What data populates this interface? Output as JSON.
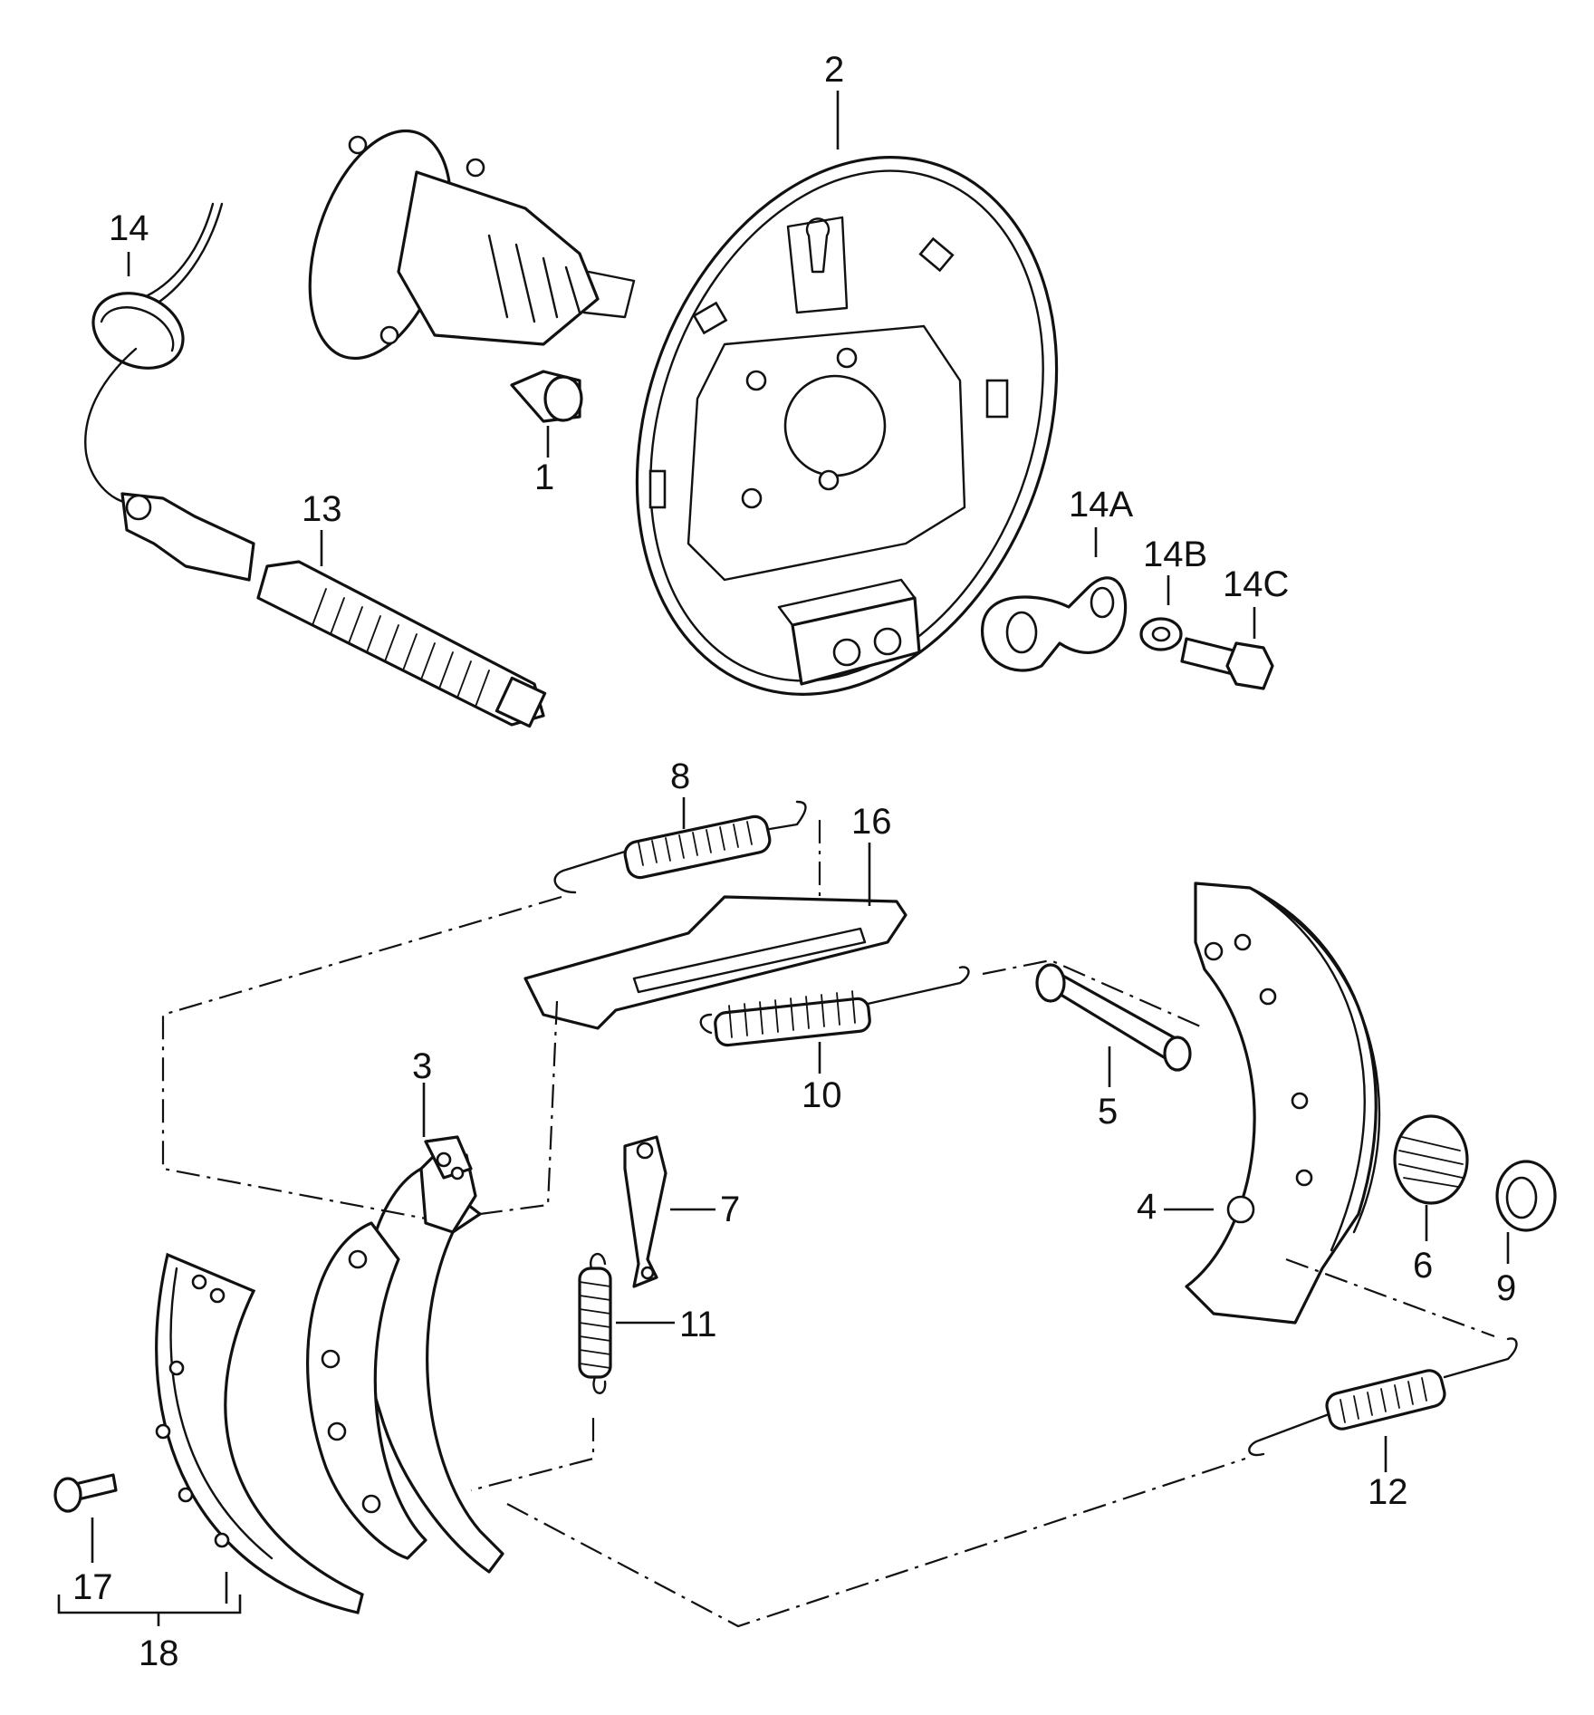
{
  "callouts": {
    "c1": "1",
    "c2": "2",
    "c3": "3",
    "c4": "4",
    "c5": "5",
    "c6": "6",
    "c7": "7",
    "c8": "8",
    "c9": "9",
    "c10": "10",
    "c11": "11",
    "c12": "12",
    "c13": "13",
    "c14": "14",
    "c14a": "14A",
    "c14b": "14B",
    "c14c": "14C",
    "c16": "16",
    "c17": "17",
    "c18": "18"
  },
  "colors": {
    "ink": "#111111",
    "paper": "#ffffff"
  }
}
